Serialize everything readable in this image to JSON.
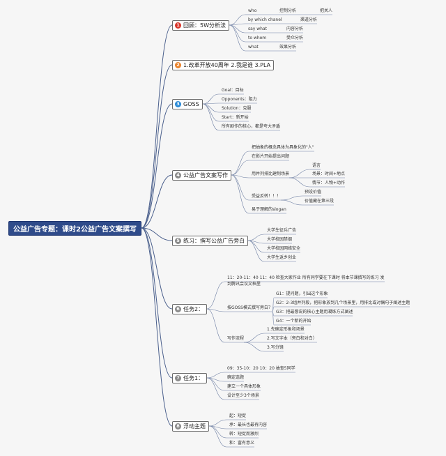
{
  "root": {
    "label": "公益广告专题：课时2公益广告文案撰写"
  },
  "branches": [
    {
      "label": "回顾：5W分析法",
      "number": "1",
      "badge": "red",
      "children": [
        {
          "label": "who",
          "children": [
            {
              "label": "控制分析",
              "children": [
                {
                  "label": "把关人"
                }
              ]
            }
          ]
        },
        {
          "label": "by which chanel",
          "children": [
            {
              "label": "渠道分析"
            }
          ]
        },
        {
          "label": "say what",
          "children": [
            {
              "label": "内容分析"
            }
          ]
        },
        {
          "label": "to whom",
          "children": [
            {
              "label": "受众分析"
            }
          ]
        },
        {
          "label": "what",
          "children": [
            {
              "label": "效果分析"
            }
          ]
        }
      ]
    },
    {
      "label": "1.改革开放40周年 2.我是谁 3.PLA",
      "number": "2",
      "badge": "orange",
      "children": []
    },
    {
      "label": "GOSS",
      "number": "3",
      "badge": "blue",
      "children": [
        {
          "label": "Goal：目标"
        },
        {
          "label": "Opponents：阻力"
        },
        {
          "label": "Solution：克服"
        },
        {
          "label": "Start：新开始"
        },
        {
          "label": "所有剧作的核心，都是夸大矛盾"
        }
      ]
    },
    {
      "label": "公益广告文案写作",
      "number": "4",
      "badge": "gray",
      "children": [
        {
          "label": "把抽象的概念具体为具象化的\"人\""
        },
        {
          "label": "在影片开始提出问题"
        },
        {
          "label": "用并列排比建制场景",
          "children": [
            {
              "label": "语言"
            },
            {
              "label": "场景：时间+地点"
            },
            {
              "label": "情节：人物+动作"
            }
          ]
        },
        {
          "label": "受益反转！！！",
          "children": [
            {
              "label": "预设价值"
            },
            {
              "label": "价值藏在第三段"
            }
          ]
        },
        {
          "label": "易于理解的slogan"
        }
      ]
    },
    {
      "label": "练习：撰写公益广告旁白",
      "number": "5",
      "badge": "gray",
      "children": [
        {
          "label": "大学生征兵广告"
        },
        {
          "label": "大学校园禁烟"
        },
        {
          "label": "大学校园网络安全"
        },
        {
          "label": "大学生返乡创业"
        }
      ]
    },
    {
      "label": "任务2：",
      "number": "6",
      "badge": "gray",
      "children": [
        {
          "label": "11：20-11：40 11：40 检查大家作业 所有同学要在下课时 将本节课撰写的练习 发",
          "line2": "到腾讯会议文档里"
        },
        {
          "label": "按GOSS模式撰写旁白？",
          "children": [
            {
              "label": "G1：提问题，引出这个形象"
            },
            {
              "label": "G2：2-3组并列段，把形象放到几个场景里，用排比或对偶句子阐述主题"
            },
            {
              "label": "G3：把最想说的核心主题用凝练方式阐述"
            },
            {
              "label": "G4：一个新的开始"
            }
          ]
        },
        {
          "label": "写作流程",
          "children": [
            {
              "label": "1.先确定形象和场景"
            },
            {
              "label": "2.写文字本（旁白和对白）"
            },
            {
              "label": "3.写分镜"
            }
          ]
        }
      ]
    },
    {
      "label": "任务1：",
      "number": "7",
      "badge": "gray",
      "children": [
        {
          "label": "09：35-10：20 10：20 抽查5同学"
        },
        {
          "label": "确定选题"
        },
        {
          "label": "建立一个具体形象"
        },
        {
          "label": "设计至少3个场景"
        }
      ]
    },
    {
      "label": "浮动主题",
      "number": "8",
      "badge": "gray",
      "children": [
        {
          "label": "起：短促"
        },
        {
          "label": "承：最长也最有内容"
        },
        {
          "label": "转：短促而激烈"
        },
        {
          "label": "和：富有意义"
        }
      ]
    }
  ],
  "colors": {
    "branch_line": "#4a5f8c",
    "leaf_line": "#6e7fa3",
    "root_fill": "#2f4b8a"
  }
}
